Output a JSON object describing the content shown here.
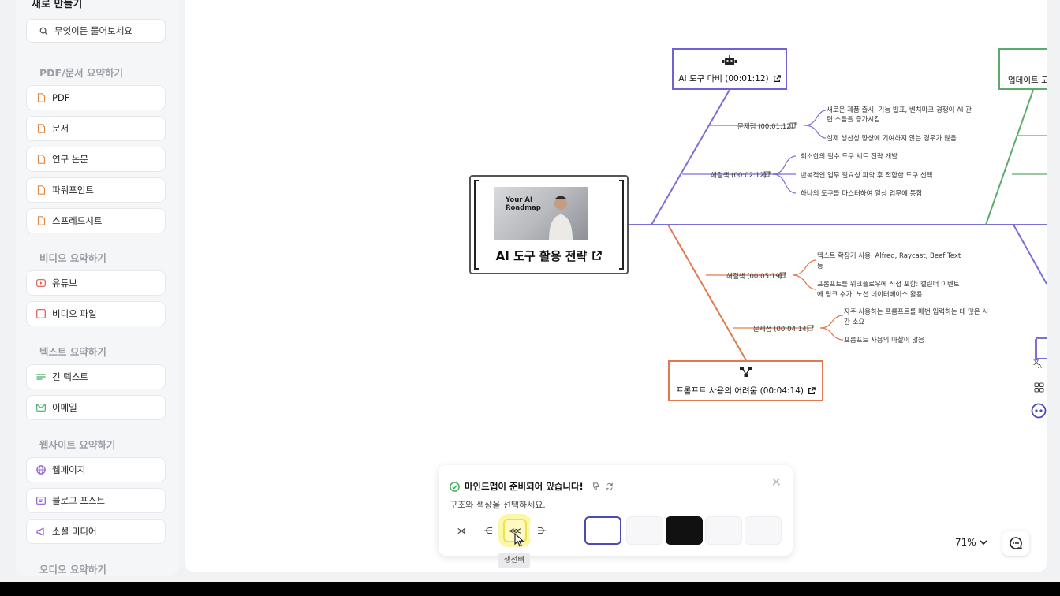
{
  "sidebar": {
    "title": "새로 만들기",
    "search_placeholder": "무엇이든 물어보세요",
    "sections": [
      {
        "label": "PDF/문서 요약하기",
        "items": [
          {
            "label": "PDF",
            "icon": "pdf-file-icon"
          },
          {
            "label": "문서",
            "icon": "document-file-icon"
          },
          {
            "label": "연구 논문",
            "icon": "paper-file-icon"
          },
          {
            "label": "파워포인트",
            "icon": "ppt-file-icon"
          },
          {
            "label": "스프레드시트",
            "icon": "spreadsheet-file-icon"
          }
        ]
      },
      {
        "label": "비디오 요약하기",
        "items": [
          {
            "label": "유튜브",
            "icon": "youtube-icon"
          },
          {
            "label": "비디오 파일",
            "icon": "film-icon"
          }
        ]
      },
      {
        "label": "텍스트 요약하기",
        "items": [
          {
            "label": "긴 텍스트",
            "icon": "text-lines-icon"
          },
          {
            "label": "이메일",
            "icon": "mail-icon"
          }
        ]
      },
      {
        "label": "웹사이트 요약하기",
        "items": [
          {
            "label": "웹페이지",
            "icon": "globe-icon"
          },
          {
            "label": "블로그 포스트",
            "icon": "blog-icon"
          },
          {
            "label": "소셜 미디어",
            "icon": "megaphone-icon"
          }
        ]
      },
      {
        "label": "오디오 요약하기",
        "items": []
      }
    ]
  },
  "mindmap": {
    "central": {
      "title": "AI 도구 활용 전략",
      "thumb_text": "Your AI Roadmap"
    },
    "tool_node": {
      "label": "AI 도구 마비 (00:01:12)"
    },
    "prompt_node": {
      "label": "프롬프트 사용의 어려움 (00:04:14)"
    },
    "update_node": {
      "label": "업데이트 고"
    },
    "branches": {
      "problem1": "문제점 (00:01:12)",
      "problem1_leaf1a": "새로운 제품 출시, 기능 발표, 벤치마크 경쟁이 AI 관",
      "problem1_leaf1b": "련 소음을 증가시킴",
      "problem1_leaf2": "실제 생산성 향상에 기여하지 않는 경우가 많음",
      "solution1": "해결책 (00:02:12)",
      "solution1_leaf1": "최소한의 필수 도구 세트 전략 개발",
      "solution1_leaf2": "반복적인 업무 필요성 파악 후 적합한 도구 선택",
      "solution1_leaf3": "하나의 도구를 마스터하여 일상 업무에 통합",
      "solution2": "해결책 (00:05:19)",
      "solution2_leaf1a": "텍스트 확장기 사용: Alfred, Raycast, Beef Text",
      "solution2_leaf1b": "등",
      "solution2_leaf2a": "프롬프트를 워크플로우에 직접 포함: 캘린더 이벤트",
      "solution2_leaf2b": "에 링크 추가, 노션 데이터베이스 활용",
      "problem2": "문제점 (00:04:14)",
      "problem2_leaf1a": "자주 사용하는 프롬프트를 매번 입력하는 데 많은 시",
      "problem2_leaf1b": "간 소요",
      "problem2_leaf2": "프롬프트 사용의 마찰이 많음"
    }
  },
  "panel": {
    "title": "마인드맵이 준비되어 있습니다!",
    "subtitle": "구조와 색상을 선택하세요.",
    "close": "✕",
    "layout_buttons": [
      "⋊",
      "⋲",
      "⋘",
      "⋺"
    ],
    "tooltip": "생선뼈"
  },
  "zoom": {
    "label": "71%"
  },
  "colors": {
    "purple": "#6f62d4",
    "orange": "#e07a4e",
    "green": "#5bab6c",
    "accent": "#4b4bb6"
  }
}
